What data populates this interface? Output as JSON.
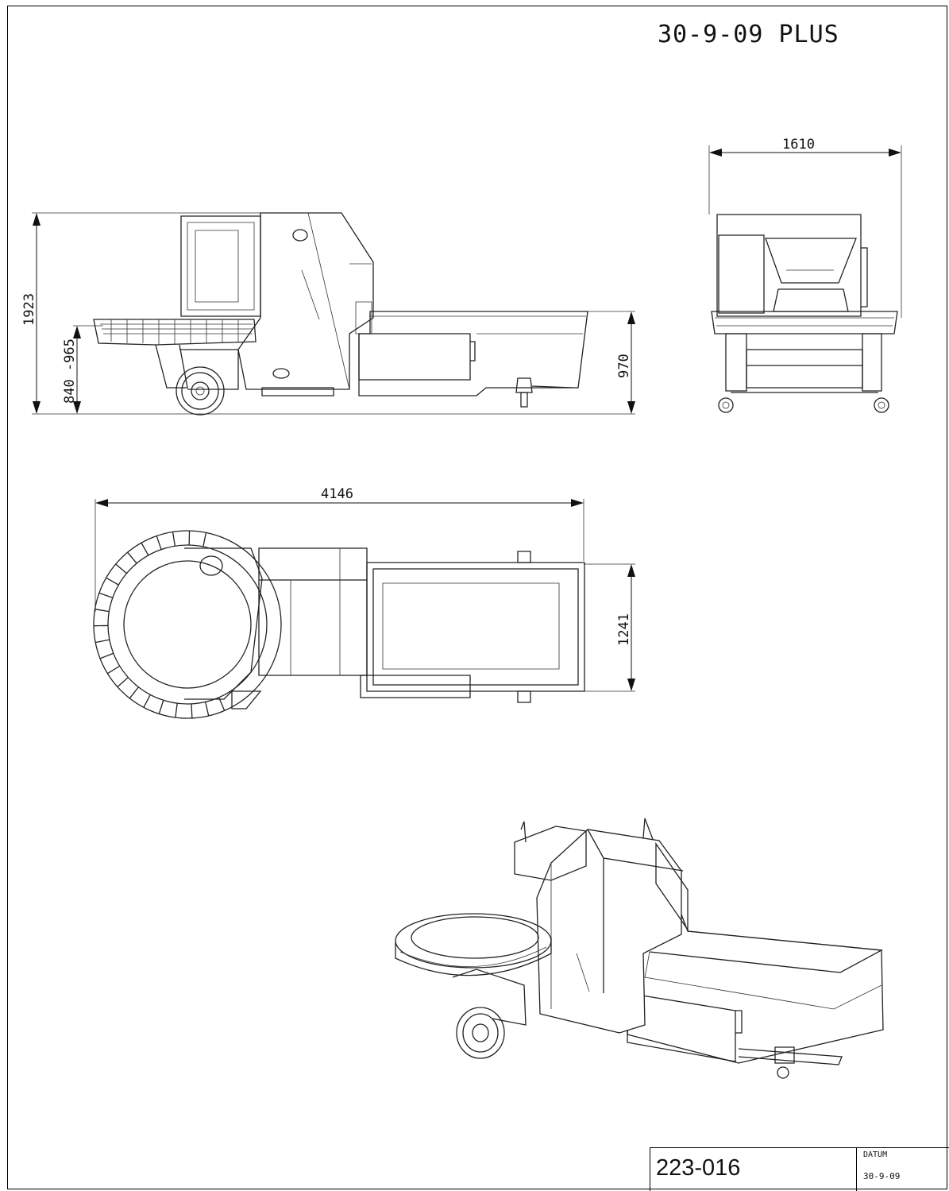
{
  "drawing": {
    "title": "30-9-09 PLUS"
  },
  "dimensions": {
    "side_height_total": "1923",
    "side_infeed_height": "840 -965",
    "side_bed_height": "970",
    "front_width": "1610",
    "top_length": "4146",
    "top_width": "1241"
  },
  "title_block": {
    "drawing_number": "223-016",
    "date_label": "DATUM",
    "date_value": "30-9-09"
  }
}
